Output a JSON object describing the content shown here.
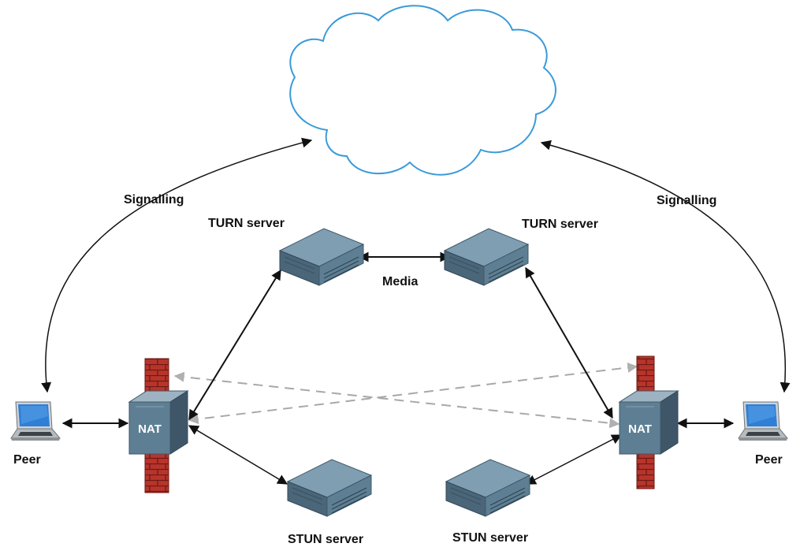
{
  "labels": {
    "signalling_left": "Signalling",
    "signalling_right": "Signalling",
    "turn_left": "TURN server",
    "turn_right": "TURN server",
    "media": "Media",
    "stun_left": "STUN server",
    "stun_right": "STUN server",
    "peer_left": "Peer",
    "peer_right": "Peer",
    "nat_left": "NAT",
    "nat_right": "NAT"
  },
  "icons": {
    "cloud": "cloud-icon",
    "server": "server-icon",
    "firewall": "firewall-icon",
    "router": "nat-router-icon",
    "laptop": "laptop-icon"
  },
  "colors": {
    "cloud_stroke": "#3a9ad9",
    "server_body": "#5e7f93",
    "firewall": "#b8342b",
    "arrow_solid": "#111111",
    "arrow_dashed": "#a8a8a8",
    "laptop_screen": "#2f7fd6"
  }
}
